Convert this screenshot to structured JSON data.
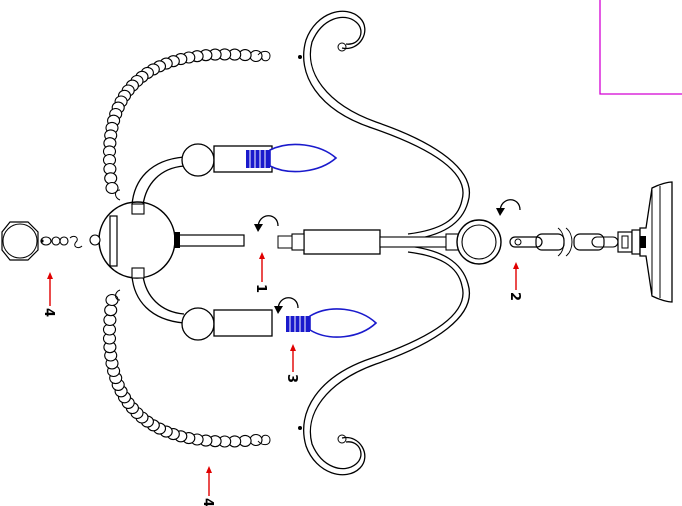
{
  "colors": {
    "line": "#000000",
    "bulb": "#1a1acc",
    "arrow": "#e00000",
    "frame": "#d400d4"
  },
  "steps": [
    {
      "label": "1"
    },
    {
      "label": "2"
    },
    {
      "label": "3"
    },
    {
      "label": "4"
    },
    {
      "label": "4"
    }
  ]
}
